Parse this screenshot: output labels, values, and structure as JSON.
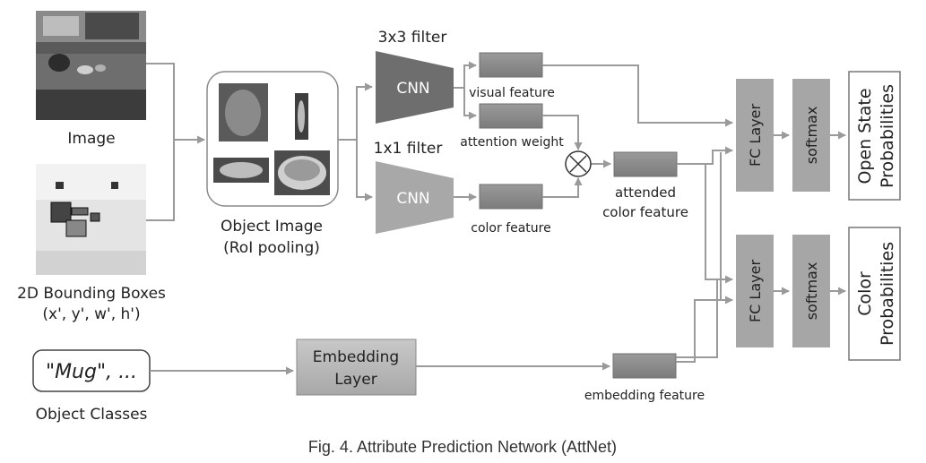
{
  "inputs": {
    "image_label": "Image",
    "bbox_label_line1": "2D Bounding Boxes",
    "bbox_label_line2": "(x', y', w', h')",
    "object_classes_text": "\"Mug\", ...",
    "object_classes_label": "Object Classes"
  },
  "object_image": {
    "label_line1": "Object Image",
    "label_line2": "(RoI pooling)"
  },
  "branches": {
    "filter_3x3": "3x3 filter",
    "filter_1x1": "1x1 filter",
    "cnn_top": "CNN",
    "cnn_bottom": "CNN",
    "visual_feature": "visual feature",
    "attention_weight": "attention weight",
    "color_feature": "color feature",
    "attended_line1": "attended",
    "attended_line2": "color feature",
    "embedding_layer_line1": "Embedding",
    "embedding_layer_line2": "Layer",
    "embedding_feature": "embedding feature"
  },
  "heads": {
    "fc_top": "FC Layer",
    "softmax_top": "softmax",
    "out_top_line1": "Open State",
    "out_top_line2": "Probabilities",
    "fc_bottom": "FC Layer",
    "softmax_bottom": "softmax",
    "out_bottom_line1": "Color",
    "out_bottom_line2": "Probabilities"
  },
  "caption": "Fig. 4. Attribute Prediction Network (AttNet)",
  "colors": {
    "cnn_top": "#6e6e6e",
    "cnn_bottom": "#a8a8a8",
    "feature_block": "#8c8c8c",
    "layer_block": "#a6a6a6",
    "embedding_block": "#b4b4b4",
    "arrow": "#999999"
  }
}
